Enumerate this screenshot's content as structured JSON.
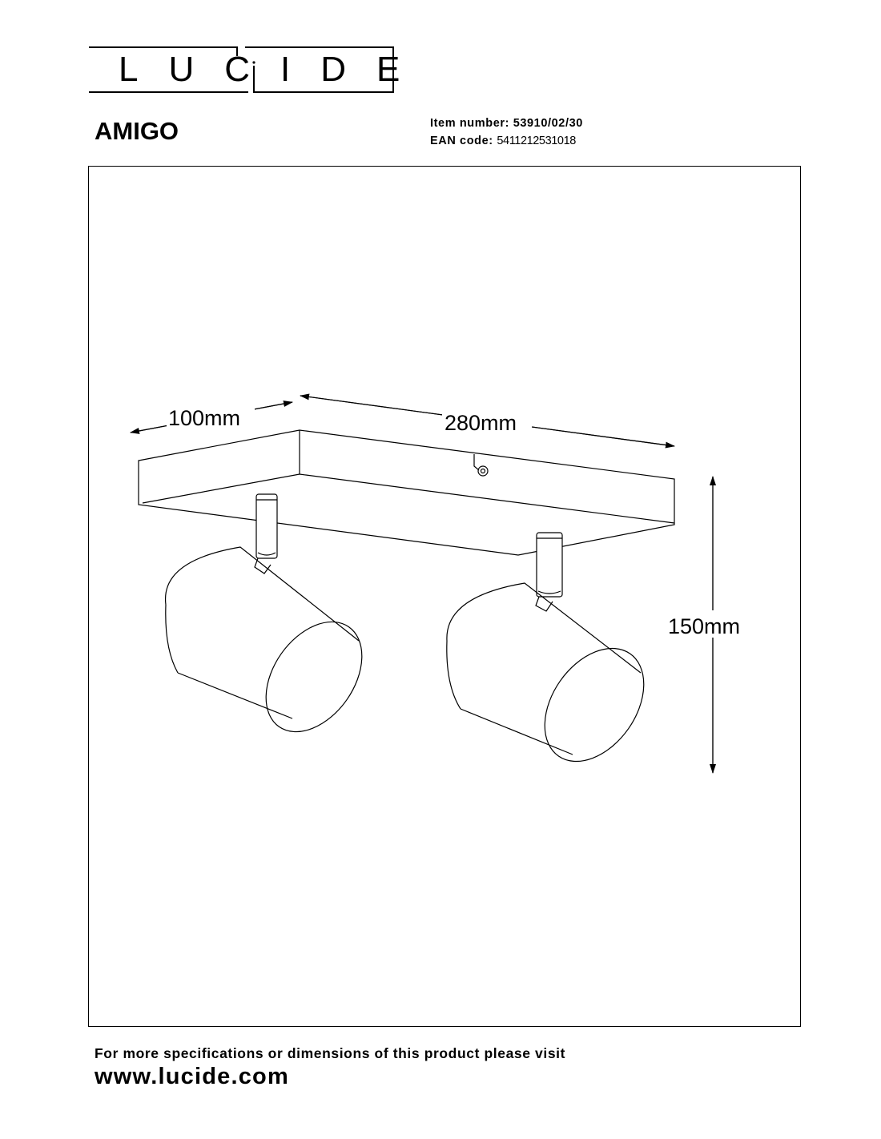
{
  "brand": {
    "logo_text": "LUCIDE"
  },
  "product": {
    "name": "AMIGO"
  },
  "specs": {
    "item_label": "Item number:",
    "item_value": "53910/02/30",
    "ean_label": "EAN code:",
    "ean_value": "5411212531018"
  },
  "dimensions": {
    "depth": "100mm",
    "length": "280mm",
    "height": "150mm"
  },
  "footer": {
    "note": "For more specifications or dimensions of this product please visit",
    "url": "www.lucide.com"
  }
}
